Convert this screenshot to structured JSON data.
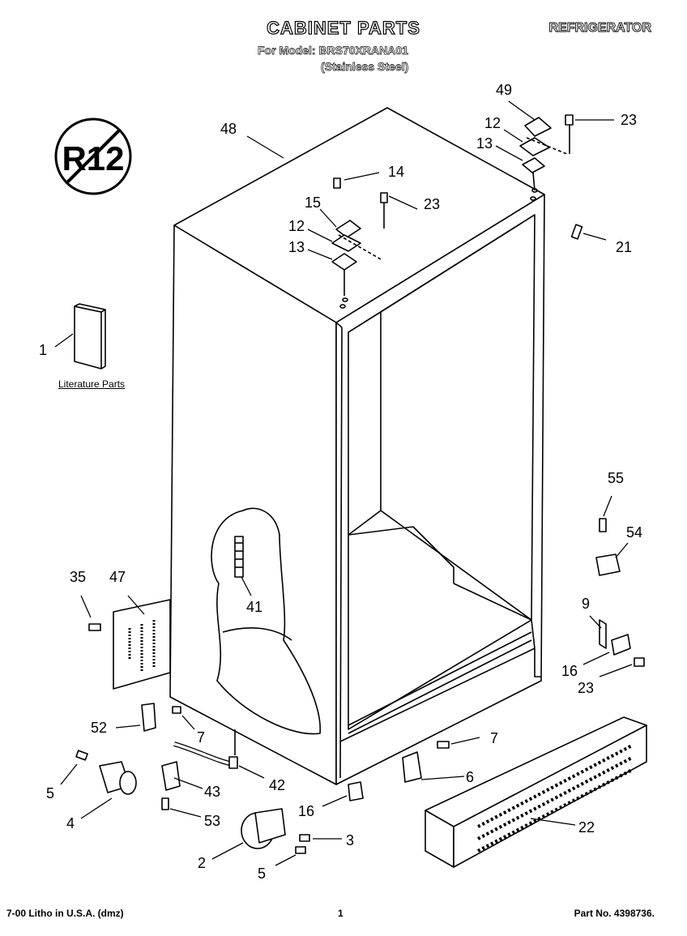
{
  "header": {
    "title": "CABINET PARTS",
    "category": "REFRIGERATOR",
    "model_line": "For Model: BRS70XRANA01",
    "finish": "(Stainless Steel)"
  },
  "badge": {
    "text": "R12"
  },
  "literature_label": "Literature Parts",
  "callouts": [
    "48",
    "49",
    "12",
    "23",
    "13",
    "14",
    "15",
    "23",
    "12",
    "13",
    "21",
    "1",
    "55",
    "54",
    "35",
    "47",
    "41",
    "9",
    "16",
    "23",
    "52",
    "7",
    "7",
    "5",
    "4",
    "43",
    "42",
    "6",
    "16",
    "53",
    "3",
    "2",
    "5",
    "22"
  ],
  "footer": {
    "left": "7-00 Litho in U.S.A. (dmz)",
    "page": "1",
    "part_no": "Part No. 4398736."
  }
}
